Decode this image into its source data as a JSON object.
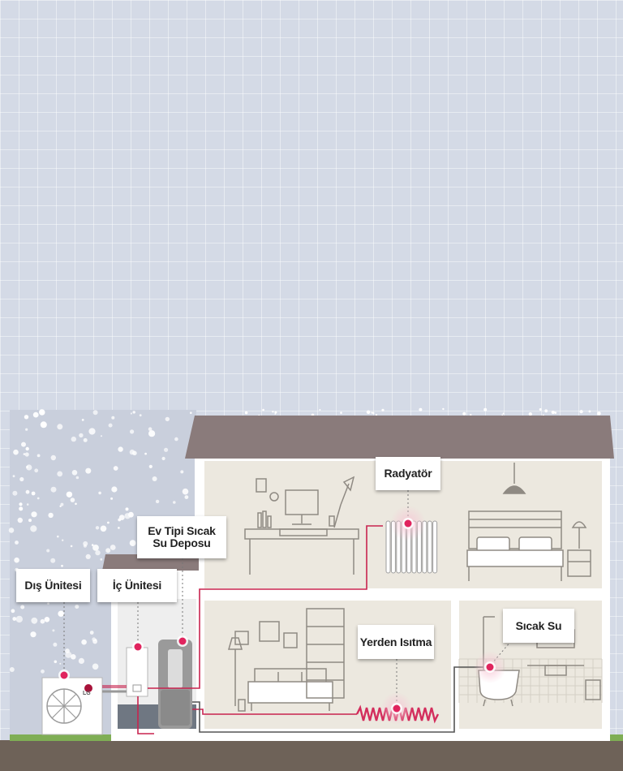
{
  "labels": {
    "outdoor_unit": "Dış Ünitesi",
    "indoor_unit": "İç Ünitesi",
    "hot_water_tank_line1": "Ev Tipi Sıcak",
    "hot_water_tank_line2": "Su Deposu",
    "radiator": "Radyatör",
    "floor_heating": "Yerden Isıtma",
    "hot_water": "Sıcak Su"
  },
  "outdoor_unit_logo": "LG",
  "colors": {
    "sky": "#d4dae6",
    "roof": "#8a7b7b",
    "room": "#ece8df",
    "pipe": "#c8234f",
    "marker": "#e0245e",
    "ground": "#6e6258",
    "grass": "#7fae55"
  }
}
